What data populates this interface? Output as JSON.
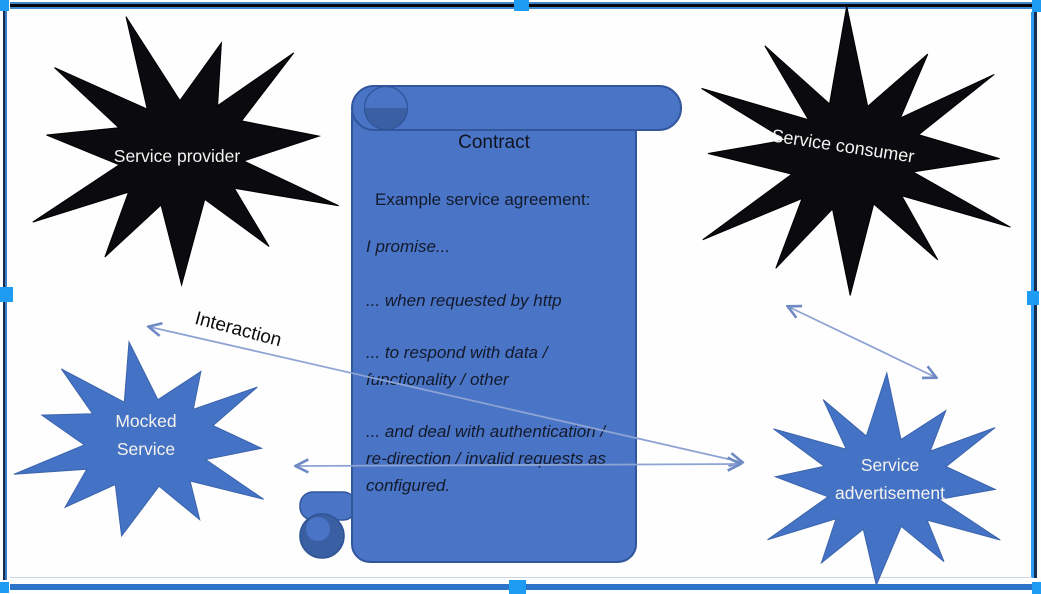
{
  "diagram": {
    "shapes": {
      "provider": {
        "label": "Service provider"
      },
      "consumer": {
        "label": "Service consumer"
      },
      "mocked": {
        "lines": [
          "Mocked",
          "Service"
        ]
      },
      "advertisement": {
        "lines": [
          "Service",
          "advertisement"
        ]
      },
      "contract": {
        "title": "Contract",
        "intro": "Example service agreement:",
        "lines": [
          "I promise...",
          "... when requested by http",
          "... to respond with data / functionality / other",
          "... and deal with authentication / re-direction / invalid requests as configured."
        ]
      }
    },
    "connectors": {
      "interaction_label": "Interaction"
    },
    "colors": {
      "scroll_blue": "#4a74c6",
      "scroll_edge": "#31569c",
      "scroll_curl_dark": "#3a5fa2",
      "star_blue": "#4472c4",
      "star_black": "#0a0a0f",
      "arrow_line": "#8da3d4",
      "arrow_head": "#6e89c4",
      "handle_blue": "#1e9bf2",
      "border_navy": "#17294f",
      "border_steel": "#2b74c9",
      "label_light": "#f5f3ef",
      "text_dark": "#131a2b"
    }
  }
}
